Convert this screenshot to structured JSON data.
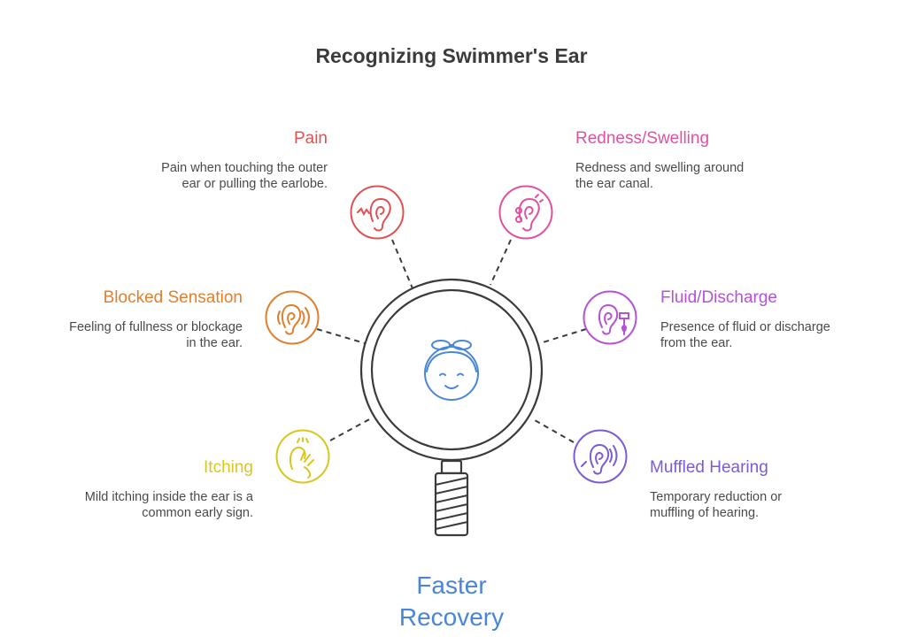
{
  "title": "Recognizing Swimmer's Ear",
  "center": {
    "line1": "Faster",
    "line2": "Recovery",
    "color": "#4a86d8",
    "icon": "swimmer-face-icon"
  },
  "items": [
    {
      "title": "Pain",
      "description": [
        "Pain when touching the outer",
        "ear or pulling the earlobe."
      ],
      "color": "#e05252",
      "icon": "ear-pain-icon"
    },
    {
      "title": "Redness/Swelling",
      "description": [
        "Redness and swelling around",
        "the ear canal."
      ],
      "color": "#df52a0",
      "icon": "ear-swelling-icon"
    },
    {
      "title": "Blocked Sensation",
      "description": [
        "Feeling of fullness or blockage",
        "in the ear."
      ],
      "color": "#e07f2d",
      "icon": "ear-sound-blocked-icon"
    },
    {
      "title": "Fluid/Discharge",
      "description": [
        "Presence of fluid or discharge",
        "from the ear."
      ],
      "color": "#b552d6",
      "icon": "ear-drop-icon"
    },
    {
      "title": "Itching",
      "description": [
        "Mild itching inside the ear is a",
        "common early sign."
      ],
      "color": "#d9c61e",
      "icon": "hand-scratch-icon"
    },
    {
      "title": "Muffled Hearing",
      "description": [
        "Temporary reduction or",
        "muffling of hearing."
      ],
      "color": "#7b5bd6",
      "icon": "ear-muffled-icon"
    }
  ]
}
